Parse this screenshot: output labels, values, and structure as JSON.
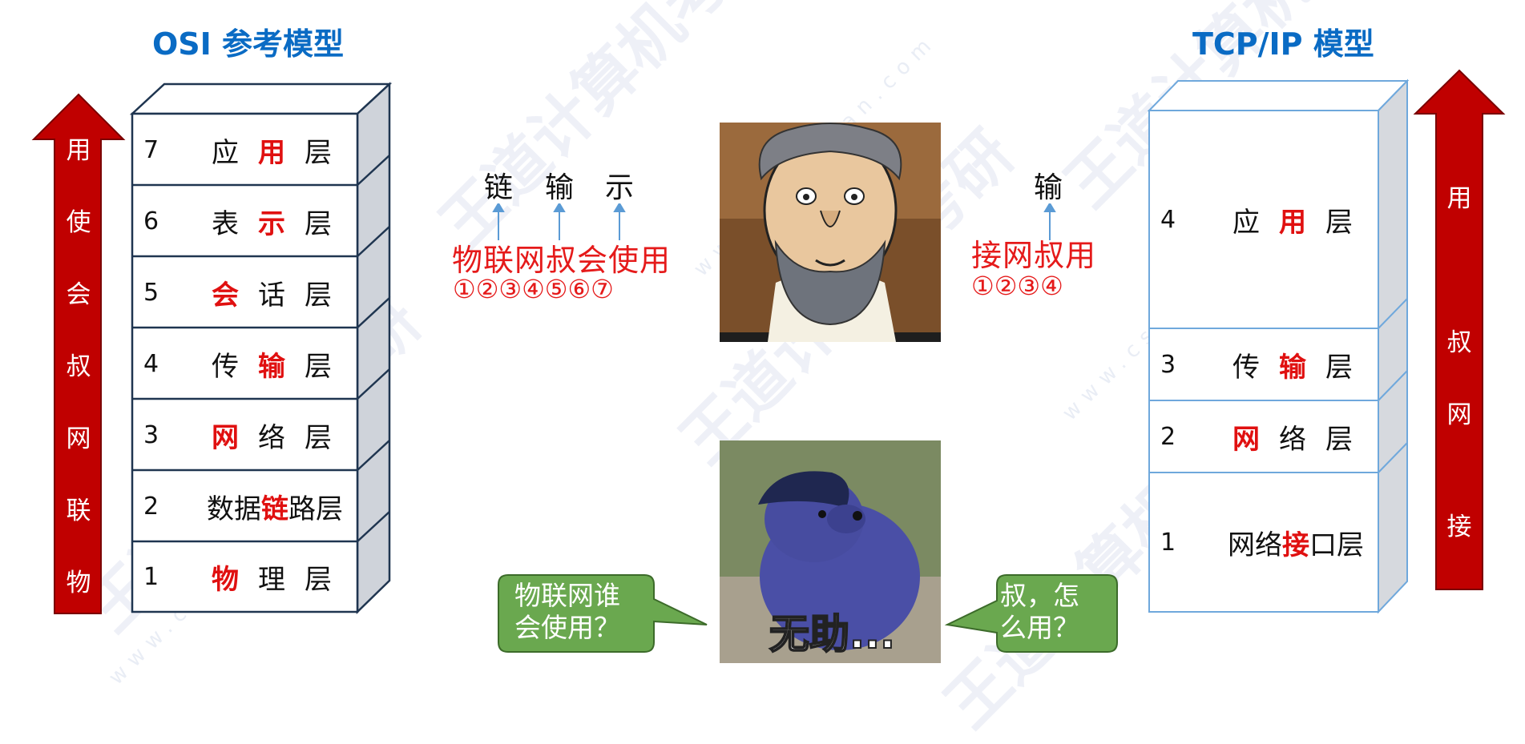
{
  "osi": {
    "title": "OSI 参考模型",
    "layers": [
      {
        "num": "7",
        "parts": [
          {
            "t": "应",
            "h": false
          },
          {
            "t": "用",
            "h": true
          },
          {
            "t": "层",
            "h": false
          }
        ]
      },
      {
        "num": "6",
        "parts": [
          {
            "t": "表",
            "h": false
          },
          {
            "t": "示",
            "h": true
          },
          {
            "t": "层",
            "h": false
          }
        ]
      },
      {
        "num": "5",
        "parts": [
          {
            "t": "会",
            "h": true
          },
          {
            "t": "话",
            "h": false
          },
          {
            "t": "层",
            "h": false
          }
        ]
      },
      {
        "num": "4",
        "parts": [
          {
            "t": "传",
            "h": false
          },
          {
            "t": "输",
            "h": true
          },
          {
            "t": "层",
            "h": false
          }
        ]
      },
      {
        "num": "3",
        "parts": [
          {
            "t": "网",
            "h": true
          },
          {
            "t": "络",
            "h": false
          },
          {
            "t": "层",
            "h": false
          }
        ]
      },
      {
        "num": "2",
        "parts": [
          {
            "t": "数据",
            "h": false
          },
          {
            "t": "链",
            "h": true
          },
          {
            "t": "路层",
            "h": false
          }
        ]
      },
      {
        "num": "1",
        "parts": [
          {
            "t": "物",
            "h": true
          },
          {
            "t": "理",
            "h": false
          },
          {
            "t": "层",
            "h": false
          }
        ]
      }
    ],
    "arrow_chars": [
      "用",
      "使",
      "会",
      "叔",
      "网",
      "联",
      "物"
    ]
  },
  "tcpip": {
    "title": "TCP/IP 模型",
    "layers": [
      {
        "num": "4",
        "parts": [
          {
            "t": "应",
            "h": false
          },
          {
            "t": "用",
            "h": true
          },
          {
            "t": "层",
            "h": false
          }
        ]
      },
      {
        "num": "3",
        "parts": [
          {
            "t": "传",
            "h": false
          },
          {
            "t": "输",
            "h": true
          },
          {
            "t": "层",
            "h": false
          }
        ]
      },
      {
        "num": "2",
        "parts": [
          {
            "t": "网",
            "h": true
          },
          {
            "t": "络",
            "h": false
          },
          {
            "t": "层",
            "h": false
          }
        ]
      },
      {
        "num": "1",
        "parts": [
          {
            "t": "网络",
            "h": false
          },
          {
            "t": "接",
            "h": true
          },
          {
            "t": "口层",
            "h": false
          }
        ]
      }
    ],
    "arrow_chars": [
      "用",
      "叔",
      "网",
      "接"
    ]
  },
  "mnemonic_osi": {
    "top_chars": [
      "链",
      "输",
      "示"
    ],
    "phrase": "物联网叔会使用",
    "numbers": "①②③④⑤⑥⑦"
  },
  "mnemonic_tcpip": {
    "top_chars": [
      "输"
    ],
    "phrase": "接网叔用",
    "numbers": "①②③④"
  },
  "bubble_left": "物联网谁\n会使用？",
  "bubble_right": "叔，怎\n么用？",
  "meme_caption": "无助...",
  "watermark_text": "王道计算机考研",
  "watermark_url": "www.cskaoyan.com",
  "colors": {
    "title_blue": "#0a6bc4",
    "highlight_red": "#e01010",
    "arrow_red": "#c00000",
    "bubble_green": "#6aa84f",
    "osi_box_stroke": "#1f3550",
    "tcp_box_stroke": "#6fa8dc"
  }
}
